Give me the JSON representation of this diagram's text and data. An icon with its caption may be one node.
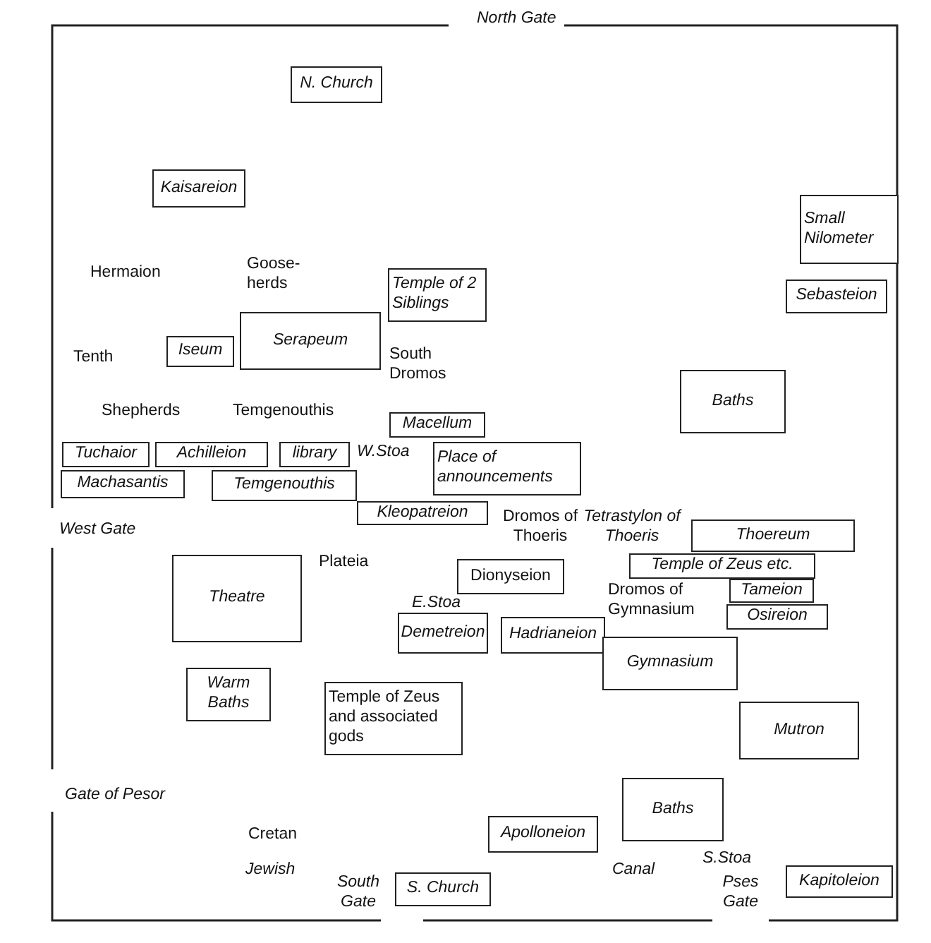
{
  "diagram": {
    "nodes": [
      {
        "text": [
          "N. Church"
        ]
      },
      {
        "text": [
          "Kaisareion"
        ]
      },
      {
        "text": [
          "Small Nilometer"
        ]
      },
      {
        "text": [
          "Temple of 2 Siblings"
        ]
      },
      {
        "text": [
          "Sebasteion"
        ]
      },
      {
        "text": [
          "Iseum"
        ]
      },
      {
        "text": [
          "Serapeum"
        ]
      },
      {
        "text": [
          "Baths"
        ]
      },
      {
        "text": [
          "Macellum"
        ]
      },
      {
        "text": [
          "Tuchaior"
        ]
      },
      {
        "text": [
          "Achilleion"
        ]
      },
      {
        "text": [
          "library"
        ]
      },
      {
        "text": [
          "Place of announcements"
        ]
      },
      {
        "text": [
          "Machasantis"
        ]
      },
      {
        "text": [
          "Temgenouthis"
        ]
      },
      {
        "text": [
          "Kleopatreion"
        ]
      },
      {
        "text": [
          "Thoereum"
        ]
      },
      {
        "text": [
          "Temple of Zeus etc."
        ]
      },
      {
        "text": [
          "Dionyseion"
        ]
      },
      {
        "text": [
          "Theatre"
        ]
      },
      {
        "text": [
          "Tameion"
        ]
      },
      {
        "text": [
          "Osireion"
        ]
      },
      {
        "text": [
          "Demetreion"
        ]
      },
      {
        "text": [
          "Hadrianeion"
        ]
      },
      {
        "text": [
          "Gymnasium"
        ]
      },
      {
        "text": [
          "Warm Baths"
        ]
      },
      {
        "text": [
          "Temple of Zeus and associated gods"
        ]
      },
      {
        "text": [
          "Mutron"
        ]
      },
      {
        "text": [
          "Baths"
        ]
      },
      {
        "text": [
          "Apolloneion"
        ]
      },
      {
        "text": [
          "S. Church"
        ]
      },
      {
        "text": [
          "Kapitoleion"
        ]
      }
    ],
    "labels": [
      "North Gate",
      "Hermaion",
      "Goose-herds",
      "Tenth",
      "South Dromos",
      "Shepherds",
      "Temgenouthis",
      "W.Stoa",
      "West Gate",
      "Dromos of Thoeris",
      "Tetrastylon of Thoeris",
      "Plateia",
      "E.Stoa",
      "Dromos of Gymnasium",
      "Gate of Pesor",
      "Cretan",
      "Jewish",
      "South Gate",
      "Canal",
      "S.Stoa",
      "Pses Gate"
    ]
  }
}
